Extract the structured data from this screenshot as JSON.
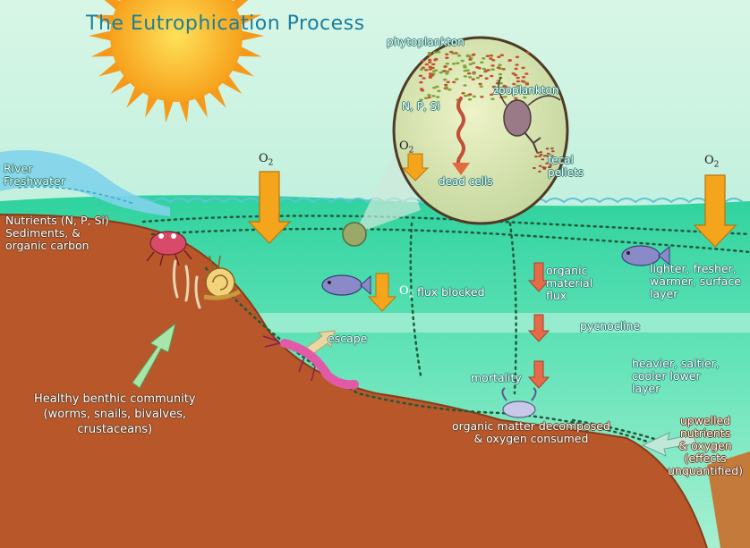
{
  "title": "The Eutrophication Process",
  "labels": {
    "river": "River\nFreshwater",
    "nutrients": "Nutrients (N, P, Si)\nSediments, &\norganic carbon",
    "phytoplankton": "phytoplankton",
    "zooplankton": "zooplankton",
    "nps": "N, P, Si",
    "dead_cells": "dead cells",
    "fecal_pellets": "fecal\npellets",
    "o2": "O",
    "o2_sub": "2",
    "o2_flux_blocked": "flux blocked",
    "escape": "escape",
    "organic_flux": "organic\nmaterial\nflux",
    "pycnocline": "pycnocline",
    "mortality": "mortality",
    "decomposed": "organic matter decomposed\n& oxygen consumed",
    "lighter": "lighter, fresher,\nwarmer, surface\nlayer",
    "heavier": "heavier, saltier,\ncooler lower\nlayer",
    "upwelled": "upwelled\nnutrients\n& oxygen\n(effects\nunquantified)",
    "benthic": "Healthy benthic community\n(worms, snails, bivalves,\ncrustaceans)"
  },
  "colors": {
    "sky": "#b8f0dc",
    "water": "#3fd6a8",
    "sediment": "#b8582a",
    "arrow_orange": "#f5a51c",
    "arrow_red": "#e46a4a",
    "title": "#1b7e9c"
  }
}
